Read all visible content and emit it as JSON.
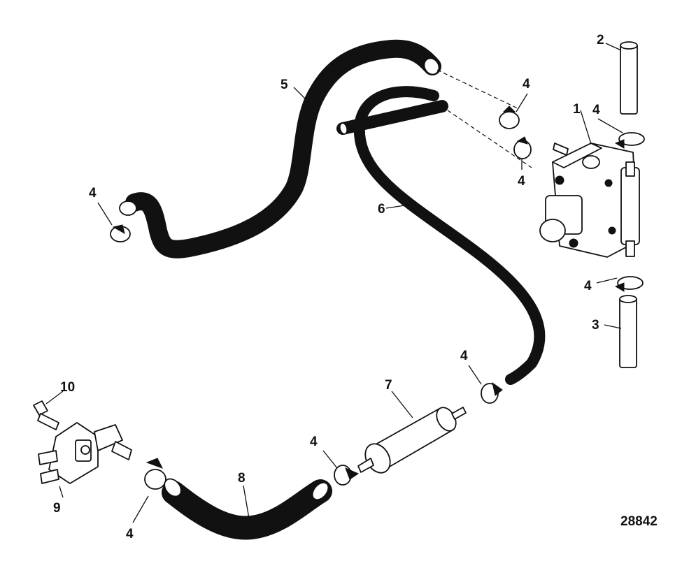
{
  "diagram": {
    "reference_number": "28842",
    "callouts": [
      {
        "id": "c1",
        "text": "1"
      },
      {
        "id": "c2",
        "text": "2"
      },
      {
        "id": "c3",
        "text": "3"
      },
      {
        "id": "c4a",
        "text": "4"
      },
      {
        "id": "c4b",
        "text": "4"
      },
      {
        "id": "c4c",
        "text": "4"
      },
      {
        "id": "c4d",
        "text": "4"
      },
      {
        "id": "c4e",
        "text": "4"
      },
      {
        "id": "c4f",
        "text": "4"
      },
      {
        "id": "c4g",
        "text": "4"
      },
      {
        "id": "c4h",
        "text": "4"
      },
      {
        "id": "c5",
        "text": "5"
      },
      {
        "id": "c6",
        "text": "6"
      },
      {
        "id": "c7",
        "text": "7"
      },
      {
        "id": "c8",
        "text": "8"
      },
      {
        "id": "c9",
        "text": "9"
      },
      {
        "id": "c10",
        "text": "10"
      }
    ]
  }
}
